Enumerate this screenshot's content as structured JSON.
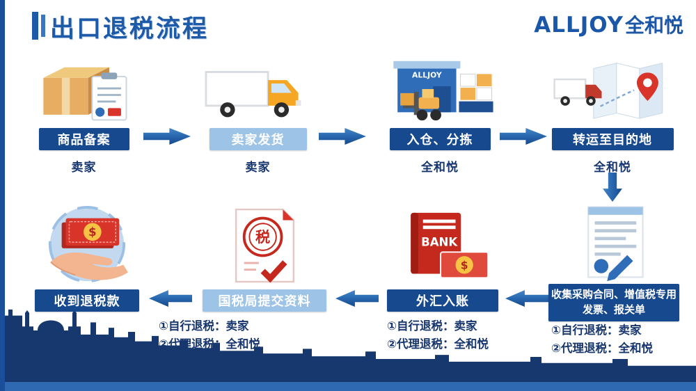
{
  "header": {
    "title": "出口退税流程",
    "logo_en": "ALLJOY",
    "logo_cn": "全和悦"
  },
  "colors": {
    "primary_blue": "#1d5aa8",
    "dark_box": "#17498f",
    "light_box": "#9dc3e6",
    "navy_text": "#17366e",
    "arrow_blue": "#2a6ab0",
    "skyline_navy": "#16386e",
    "bottom_bar_blue": "#2e69b1",
    "red": "#d8342a",
    "orange": "#f5a623"
  },
  "steps": {
    "row1": [
      {
        "label": "商品备案",
        "actor": "卖家",
        "icon": "package-clipboard-icon",
        "box_style": "dark"
      },
      {
        "label": "卖家发货",
        "actor": "卖家",
        "icon": "delivery-truck-icon",
        "box_style": "light"
      },
      {
        "label": "入仓、分拣",
        "actor": "全和悦",
        "icon": "warehouse-forklift-icon",
        "box_style": "dark"
      },
      {
        "label": "转运至目的地",
        "actor": "全和悦",
        "icon": "transport-route-map-icon",
        "box_style": "dark"
      }
    ],
    "row2": [
      {
        "label": "收到退税款",
        "icon": "hand-receiving-money-icon",
        "box_style": "dark",
        "notes": []
      },
      {
        "label": "国税局提交资料",
        "icon": "tax-bureau-document-icon",
        "box_style": "light",
        "notes": [
          "①自行退税：卖家",
          "②代理退税：全和悦"
        ]
      },
      {
        "label": "外汇入账",
        "icon": "bank-money-icon",
        "box_style": "dark",
        "notes": [
          "①自行退税：卖家",
          "②代理退税：全和悦"
        ]
      },
      {
        "label": "收集采购合同、增值税专用发票、报关单",
        "icon": "customs-documents-icon",
        "box_style": "dark",
        "notes": [
          "①自行退税：卖家",
          "②代理退税：全和悦"
        ]
      }
    ]
  },
  "icon_labels": {
    "warehouse_sign": "ALLJOY",
    "bank_book": "BANK",
    "tax_seal": "税",
    "dollar": "$"
  }
}
